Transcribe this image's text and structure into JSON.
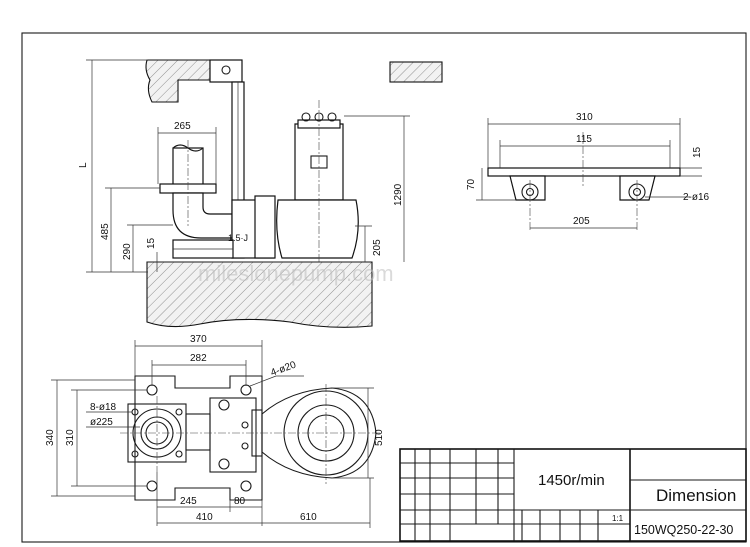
{
  "watermark": "mileslonepump.com",
  "dims": {
    "L": "L",
    "d265": "265",
    "d485": "485",
    "d290": "290",
    "d15a": "15",
    "d15j": "1.5·J",
    "d1290": "1290",
    "d205v": "205",
    "d310t": "310",
    "d115": "115",
    "d15b": "15",
    "d70": "70",
    "d2phi16": "2-ø16",
    "d205h": "205",
    "d370": "370",
    "d282": "282",
    "d4phi20": "4-ø20",
    "d8phi18": "8-ø18",
    "dphi225": "ø225",
    "d340": "340",
    "d310l": "310",
    "d510": "510",
    "d245": "245",
    "d80": "80",
    "d410": "410",
    "d610": "610"
  },
  "title_block": {
    "speed": "1450r/min",
    "title": "Dimension",
    "scale": "1:1",
    "model": "150WQ250-22-30"
  }
}
